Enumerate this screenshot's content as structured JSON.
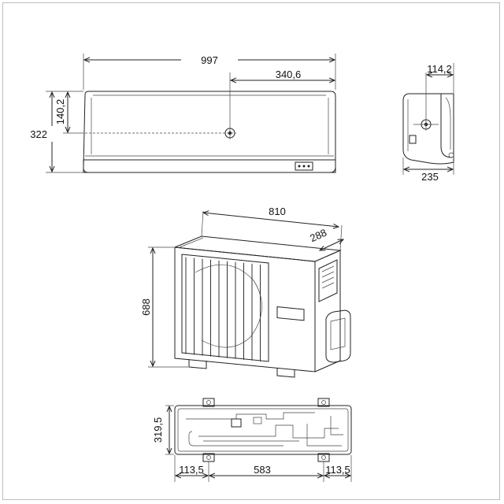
{
  "indoor_unit": {
    "width": "997",
    "center_offset": "340,6",
    "height": "322",
    "center_height": "140,2",
    "side_offset": "114,2",
    "depth": "235"
  },
  "outdoor_unit": {
    "width": "810",
    "depth": "288",
    "height": "688"
  },
  "outdoor_base": {
    "depth": "319,5",
    "left_margin": "113,5",
    "foot_spacing": "583",
    "right_margin": "113,5"
  }
}
